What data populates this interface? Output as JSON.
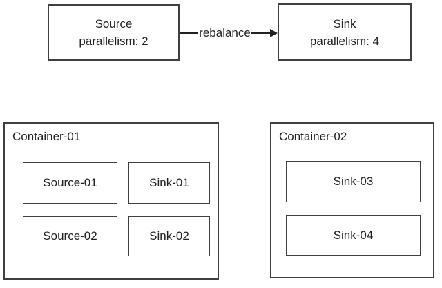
{
  "diagram": {
    "colors": {
      "border": "#404040",
      "text": "#212121",
      "background": "#ffffff"
    },
    "flow": {
      "source": {
        "line1": "Source",
        "line2": "parallelism: 2"
      },
      "edge": {
        "label": "rebalance"
      },
      "sink": {
        "line1": "Sink",
        "line2": "parallelism: 4"
      }
    },
    "containers": [
      {
        "title": "Container-01",
        "tasks": [
          "Source-01",
          "Sink-01",
          "Source-02",
          "Sink-02"
        ]
      },
      {
        "title": "Container-02",
        "tasks": [
          "Sink-03",
          "Sink-04"
        ]
      }
    ]
  }
}
